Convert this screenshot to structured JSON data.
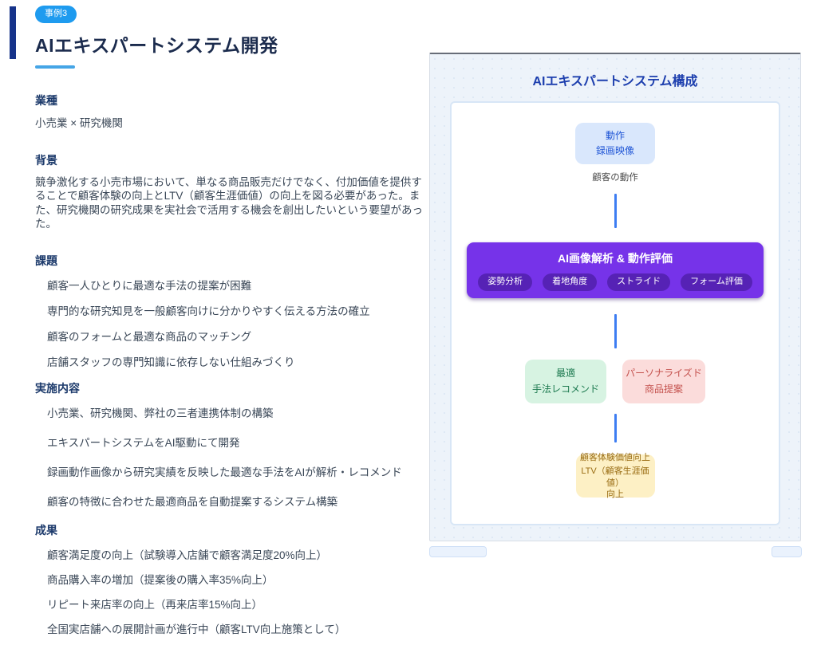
{
  "page": {
    "badge": "事例3",
    "title": "AIエキスパートシステム開発"
  },
  "sections": {
    "industry": {
      "heading": "業種",
      "body": "小売業 × 研究機関"
    },
    "background": {
      "heading": "背景",
      "body": "競争激化する小売市場において、単なる商品販売だけでなく、付加価値を提供することで顧客体験の向上とLTV（顧客生涯価値）の向上を図る必要があった。また、研究機関の研究成果を実社会で活用する機会を創出したいという要望があった。"
    },
    "issues": {
      "heading": "課題",
      "items": [
        "顧客一人ひとりに最適な手法の提案が困難",
        "専門的な研究知見を一般顧客向けに分かりやすく伝える方法の確立",
        "顧客のフォームと最適な商品のマッチング",
        "店舗スタッフの専門知識に依存しない仕組みづくり"
      ]
    },
    "implementation": {
      "heading": "実施内容",
      "items": [
        "小売業、研究機関、弊社の三者連携体制の構築",
        "エキスパートシステムをAI駆動にて開発",
        "録画動作画像から研究実績を反映した最適な手法をAIが解析・レコメンド",
        "顧客の特徴に合わせた最適商品を自動提案するシステム構築"
      ]
    },
    "results": {
      "heading": "成果",
      "items": [
        "顧客満足度の向上（試験導入店舗で顧客満足度20%向上）",
        "商品購入率の増加（提案後の購入率35%向上）",
        "リピート来店率の向上（再来店率15%向上）",
        "全国実店舗への展開計画が進行中（顧客LTV向上施策として）"
      ]
    }
  },
  "diagram": {
    "title": "AIエキスパートシステム構成",
    "input_box": {
      "lines": [
        "動作",
        "録画映像"
      ]
    },
    "input_caption": "顧客の動作",
    "analysis_box": {
      "title": "AI画像解析 & 動作評価",
      "tags": [
        "姿勢分析",
        "着地角度",
        "ストライド",
        "フォーム評価"
      ]
    },
    "output_left": {
      "lines": [
        "最適",
        "手法レコメンド"
      ]
    },
    "output_right": {
      "lines": [
        "パーソナライズド",
        "商品提案"
      ]
    },
    "outcome_box": {
      "lines": [
        "顧客体験価値向上",
        "LTV（顧客生涯価値）",
        "向上"
      ]
    }
  },
  "colors": {
    "accent_bar": "#16338a",
    "badge_bg": "#1e9bef",
    "title_underline": "#45a5e6",
    "section_heading": "#1c3a6b",
    "diagram_title": "#1d3fae",
    "input_node_bg": "#d9e7fc",
    "input_node_text": "#2157d6",
    "analysis_node_bg": "#7633e9",
    "connector_line": "#3d7df2",
    "method_node_bg": "#d7f3e2",
    "method_node_text": "#1d7a50",
    "product_node_bg": "#fbdcdb",
    "product_node_text": "#c4524e",
    "outcome_node_bg": "#fdf0c5",
    "outcome_node_text": "#9a6d14"
  }
}
